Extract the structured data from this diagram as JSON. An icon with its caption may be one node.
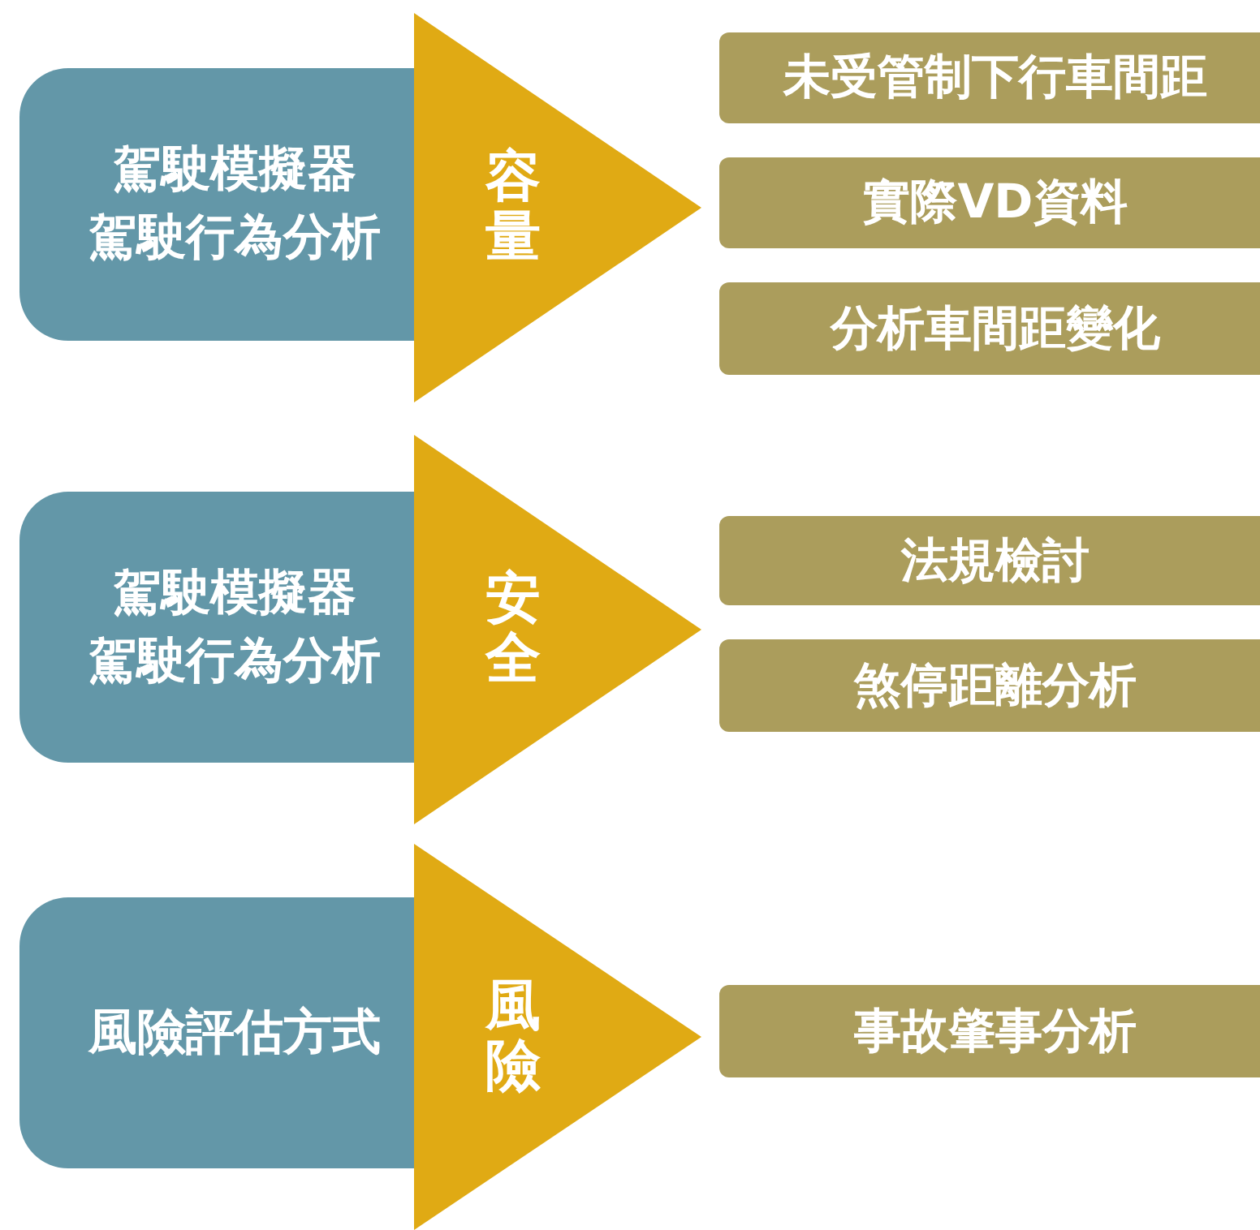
{
  "diagram": {
    "nodes": [
      {
        "text": [
          "駕駛模擬器",
          "駕駛行為分析"
        ]
      },
      {
        "text": [
          "容量"
        ]
      },
      {
        "text": [
          "未受管制下行車間距"
        ]
      },
      {
        "text": [
          "實際VD資料"
        ]
      },
      {
        "text": [
          "分析車間距變化"
        ]
      },
      {
        "text": [
          "駕駛模擬器",
          "駕駛行為分析"
        ]
      },
      {
        "text": [
          "安全"
        ]
      },
      {
        "text": [
          "法規檢討"
        ]
      },
      {
        "text": [
          "煞停距離分析"
        ]
      },
      {
        "text": [
          "風險評估方式"
        ]
      },
      {
        "text": [
          "風險"
        ]
      },
      {
        "text": [
          "事故肇事分析"
        ]
      }
    ]
  }
}
